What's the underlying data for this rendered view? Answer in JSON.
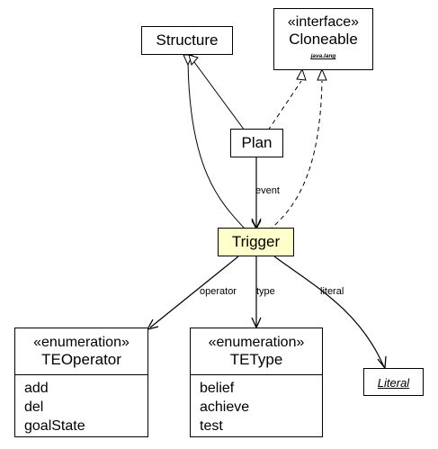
{
  "classes": {
    "structure": {
      "name": "Structure"
    },
    "cloneable": {
      "stereotype": "«interface»",
      "name": "Cloneable",
      "package": "java.lang"
    },
    "plan": {
      "name": "Plan"
    },
    "trigger": {
      "name": "Trigger"
    },
    "teoperator": {
      "stereotype": "«enumeration»",
      "name": "TEOperator",
      "literals": [
        "add",
        "del",
        "goalState"
      ]
    },
    "tetype": {
      "stereotype": "«enumeration»",
      "name": "TEType",
      "literals": [
        "belief",
        "achieve",
        "test"
      ]
    },
    "literal": {
      "name": "Literal"
    }
  },
  "associations": {
    "event": "event",
    "operator": "operator",
    "type": "type",
    "literal": "literal"
  },
  "colors": {
    "trigger_fill": "#ffffcc",
    "line": "#000000"
  }
}
